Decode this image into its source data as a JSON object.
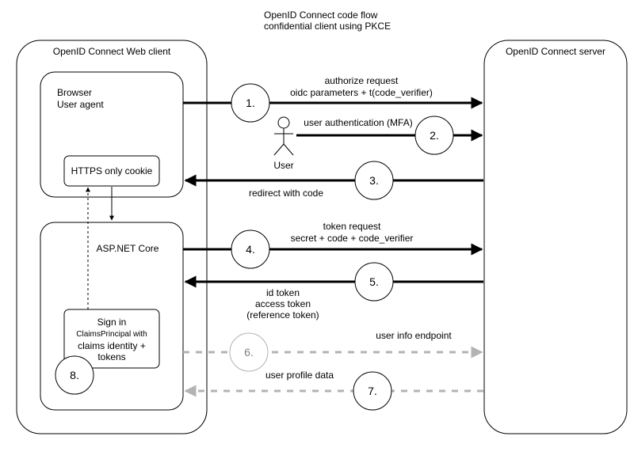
{
  "title": {
    "line1": "OpenID Connect code flow",
    "line2": "confidential client using PKCE"
  },
  "client": {
    "label": "OpenID Connect Web client",
    "browser": {
      "line1": "Browser",
      "line2": "User agent"
    },
    "cookie": "HTTPS only cookie",
    "aspnet": "ASP.NET Core",
    "signin": {
      "line1": "Sign in",
      "line2": "ClaimsPrincipal with",
      "line3": "claims identity +",
      "line4": "tokens"
    }
  },
  "server": {
    "label": "OpenID Connect server"
  },
  "user": {
    "label": "User"
  },
  "steps": [
    {
      "num": "1.",
      "text1": "authorize request",
      "text2": "oidc parameters + t(code_verifier)"
    },
    {
      "num": "2.",
      "text1": "user authentication (MFA)"
    },
    {
      "num": "3.",
      "text1": "redirect with code"
    },
    {
      "num": "4.",
      "text1": "token request",
      "text2": "secret + code + code_verifier"
    },
    {
      "num": "5.",
      "text1": "id token",
      "text2": "access token",
      "text3": "(reference token)"
    },
    {
      "num": "6.",
      "text1": "user info endpoint"
    },
    {
      "num": "7.",
      "text1": "user profile data"
    },
    {
      "num": "8."
    }
  ],
  "colors": {
    "line": "#000000",
    "dashed_gray": "#b3b3b3",
    "background": "#ffffff"
  }
}
